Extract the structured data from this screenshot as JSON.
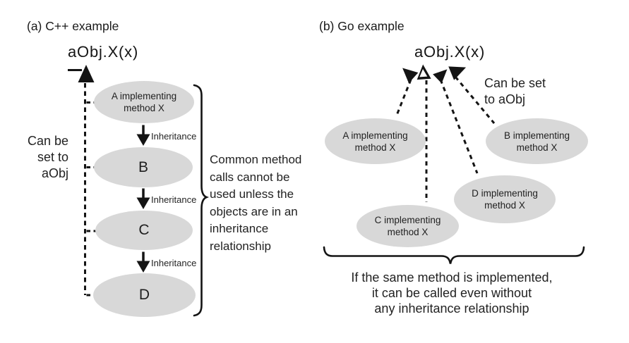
{
  "panel_a": {
    "title": "(a) C++ example",
    "method_call": "aObj.X(x)",
    "side_note": "Can be\nset to\naObj",
    "inheritance_label": "Inheritance",
    "nodes": {
      "a": "A implementing\nmethod X",
      "b": "B",
      "c": "C",
      "d": "D"
    },
    "brace_note": "Common method\ncalls cannot be\nused unless the\nobjects are in an\ninheritance\nrelationship"
  },
  "panel_b": {
    "title": "(b) Go example",
    "method_call": "aObj.X(x)",
    "side_note": "Can be set\nto aObj",
    "nodes": {
      "a": "A implementing\nmethod X",
      "b": "B implementing\nmethod X",
      "c": "C implementing\nmethod X",
      "d": "D implementing\nmethod X"
    },
    "caption": "If the same method is implemented,\nit can be called even without\nany inheritance relationship"
  },
  "colors": {
    "line_color": "#141414",
    "ellipse_fill": "#d8d8d8",
    "text_color": "#1f1f1f",
    "background": "#ffffff"
  }
}
